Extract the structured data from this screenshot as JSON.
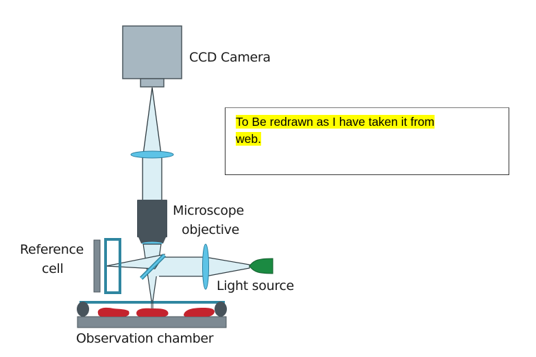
{
  "diagram": {
    "title": "Microscope setup with reference cell",
    "labels": {
      "ccd_camera": "CCD Camera",
      "microscope_objective_line1": "Microscope",
      "microscope_objective_line2": "objective",
      "reference_cell_line1": "Reference",
      "reference_cell_line2": "cell",
      "light_source": "Light source",
      "observation_chamber": "Observation chamber"
    },
    "components": [
      "ccd-camera",
      "tube-lens",
      "microscope-objective",
      "beam-splitter",
      "reference-cell",
      "reference-mirror",
      "collimating-lens",
      "light-source",
      "observation-chamber",
      "sample-cells"
    ],
    "colors": {
      "camera_body": "#a7b7c1",
      "objective": "#47535b",
      "beam_fill": "#dbeff5",
      "lens": "#5dc3e6",
      "reference_cell_frame": "#2f86a0",
      "light_source": "#1b8a42",
      "sample_cells": "#c4232d",
      "chamber_base": "#7d8a93",
      "outline": "#2e3a40"
    }
  },
  "note": {
    "line1": "To Be redrawn as I have taken it from",
    "line2": "web."
  }
}
